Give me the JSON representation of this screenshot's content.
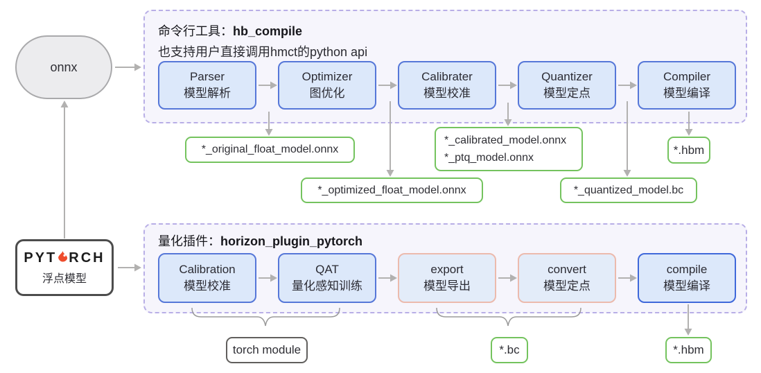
{
  "sources": {
    "onnx_label": "onnx",
    "pytorch_logo_left": "PYT",
    "pytorch_logo_right": "RCH",
    "pytorch_subtitle": "浮点模型"
  },
  "hb": {
    "title_label": "命令行工具：",
    "title_code": "hb_compile",
    "subtitle": "也支持用户直接调用hmct的python api",
    "nodes": [
      {
        "en": "Parser",
        "zh": "模型解析"
      },
      {
        "en": "Optimizer",
        "zh": "图优化"
      },
      {
        "en": "Calibrater",
        "zh": "模型校准"
      },
      {
        "en": "Quantizer",
        "zh": "模型定点"
      },
      {
        "en": "Compiler",
        "zh": "模型编译"
      }
    ],
    "outputs": {
      "original": "*_original_float_model.onnx",
      "calibrated_line1": "*_calibrated_model.onnx",
      "calibrated_line2": "*_ptq_model.onnx",
      "hbm": "*.hbm",
      "optimized": "*_optimized_float_model.onnx",
      "quantized": "*_quantized_model.bc"
    }
  },
  "plugin": {
    "title_label": "量化插件：",
    "title_code": "horizon_plugin_pytorch",
    "nodes": [
      {
        "en": "Calibration",
        "zh": "模型校准"
      },
      {
        "en": "QAT",
        "zh": "量化感知训练"
      },
      {
        "en": "export",
        "zh": "模型导出"
      },
      {
        "en": "convert",
        "zh": "模型定点"
      },
      {
        "en": "compile",
        "zh": "模型编译"
      }
    ],
    "outputs": {
      "torch_module": "torch module",
      "bc": "*.bc",
      "hbm": "*.hbm"
    }
  },
  "colors": {
    "container_border": "#b8aee6",
    "container_fill": "#f6f5fc",
    "node_border_blue": "#5677d8",
    "node_border_strong_blue": "#3f68da",
    "node_border_pink": "#ecbaad",
    "node_fill_blue": "#dce8fa",
    "output_border_green": "#74c35e",
    "gray_box_border": "#615f5d",
    "arrow_gray": "#b2b1b0",
    "pytorch_flame": "#ee4c2c"
  }
}
